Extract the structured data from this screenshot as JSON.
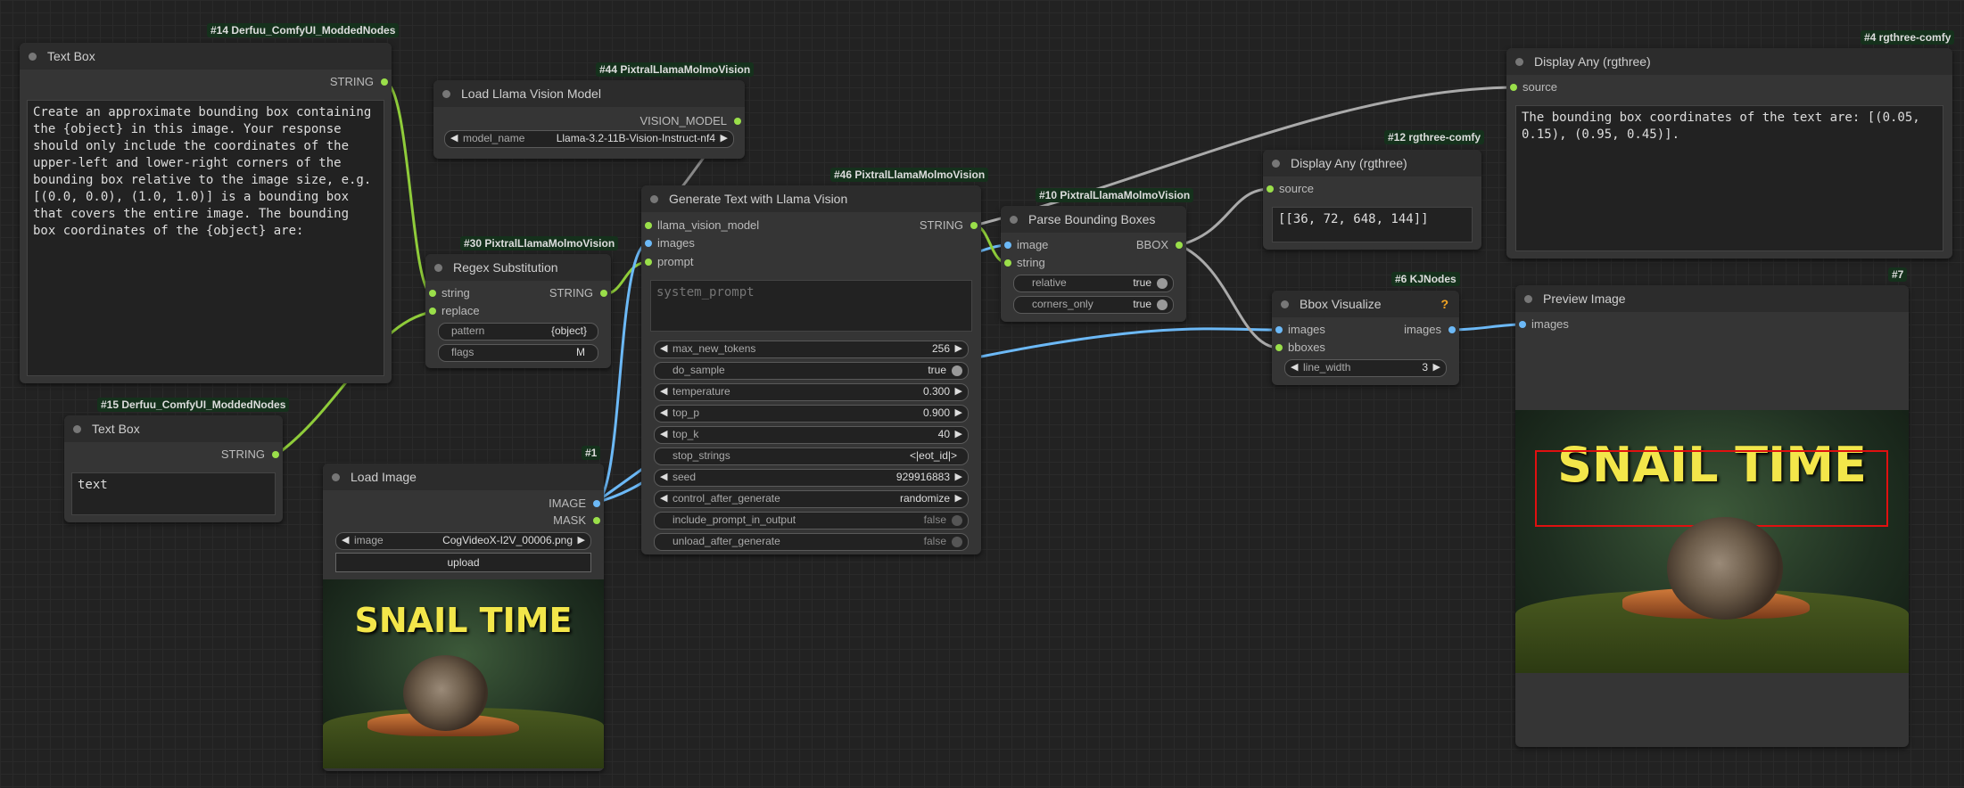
{
  "colors": {
    "string_wire": "#9adf4a",
    "image_wire": "#6cb9f7",
    "generic_wire": "#aaaaaa",
    "badge_bg": "#15311c"
  },
  "badges": {
    "n14": "#14 Derfuu_ComfyUI_ModdedNodes",
    "n44": "#44 PixtralLlamaMolmoVision",
    "n46": "#46 PixtralLlamaMolmoVision",
    "n30": "#30 PixtralLlamaMolmoVision",
    "n10": "#10 PixtralLlamaMolmoVision",
    "n12": "#12 rgthree-comfy",
    "n4": "#4 rgthree-comfy",
    "n6": "#6 KJNodes",
    "n7": "#7",
    "n15": "#15 Derfuu_ComfyUI_ModdedNodes",
    "n1": "#1"
  },
  "text_box_14": {
    "title": "Text Box",
    "output": "STRING",
    "text": "Create an approximate bounding box containing the {object} in this image. Your response should only include the coordinates of the upper-left and lower-right corners of the bounding box relative to the image size, e.g. [(0.0, 0.0), (1.0, 1.0)] is a bounding box that covers the entire image. The bounding box coordinates of the {object} are:"
  },
  "text_box_15": {
    "title": "Text Box",
    "output": "STRING",
    "text": "text"
  },
  "load_llama": {
    "title": "Load Llama Vision Model",
    "output": "VISION_MODEL",
    "widget_label": "model_name",
    "widget_value": "Llama-3.2-11B-Vision-Instruct-nf4"
  },
  "regex": {
    "title": "Regex Substitution",
    "in_string": "string",
    "in_replace": "replace",
    "output": "STRING",
    "pattern_label": "pattern",
    "pattern_value": "{object}",
    "flags_label": "flags",
    "flags_value": "M"
  },
  "load_image": {
    "title": "Load Image",
    "out_image": "IMAGE",
    "out_mask": "MASK",
    "image_label": "image",
    "image_value": "CogVideoX-I2V_00006.png",
    "upload": "upload",
    "preview_text": "SNAIL TIME"
  },
  "generate": {
    "title": "Generate Text with Llama Vision",
    "in_model": "llama_vision_model",
    "in_images": "images",
    "in_prompt": "prompt",
    "output": "STRING",
    "placeholder": "system_prompt",
    "widgets": [
      {
        "label": "max_new_tokens",
        "value": "256"
      },
      {
        "label": "do_sample",
        "value": "true"
      },
      {
        "label": "temperature",
        "value": "0.300"
      },
      {
        "label": "top_p",
        "value": "0.900"
      },
      {
        "label": "top_k",
        "value": "40"
      },
      {
        "label": "stop_strings",
        "value": "<|eot_id|>"
      },
      {
        "label": "seed",
        "value": "929916883"
      },
      {
        "label": "control_after_generate",
        "value": "randomize"
      },
      {
        "label": "include_prompt_in_output",
        "value": "false"
      },
      {
        "label": "unload_after_generate",
        "value": "false"
      }
    ]
  },
  "parse": {
    "title": "Parse Bounding Boxes",
    "in_image": "image",
    "in_string": "string",
    "output": "BBOX",
    "relative_label": "relative",
    "relative_value": "true",
    "corners_label": "corners_only",
    "corners_value": "true"
  },
  "display12": {
    "title": "Display Any (rgthree)",
    "in_source": "source",
    "text": "[[36, 72, 648, 144]]"
  },
  "display4": {
    "title": "Display Any (rgthree)",
    "in_source": "source",
    "text": "The bounding box coordinates of the text are: [(0.05, 0.15), (0.95, 0.45)]."
  },
  "bbox": {
    "title": "Bbox Visualize",
    "in_images": "images",
    "in_bboxes": "bboxes",
    "output": "images",
    "width_label": "line_width",
    "width_value": "3",
    "warn": "?"
  },
  "preview": {
    "title": "Preview Image",
    "in_images": "images",
    "preview_text": "SNAIL TIME"
  }
}
